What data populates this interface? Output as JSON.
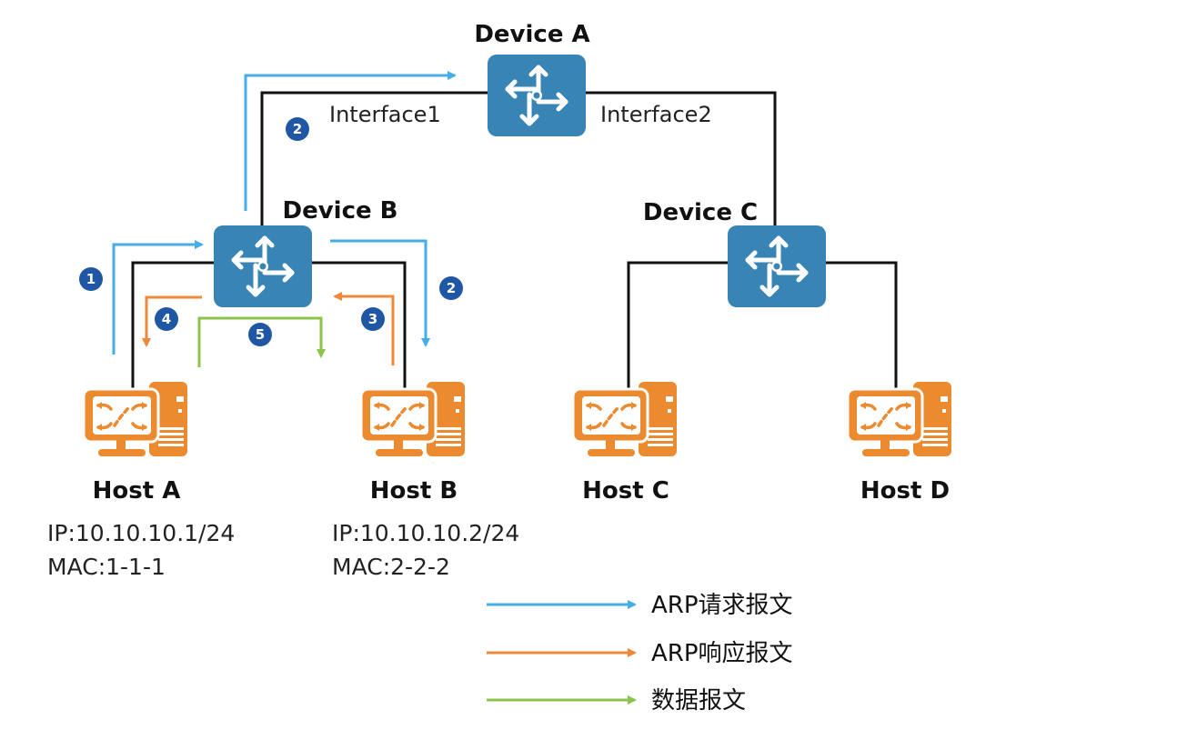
{
  "title": "ARP same-subnet communication diagram",
  "devices": {
    "device_a": {
      "name": "Device A",
      "interface_left": "Interface1",
      "interface_right": "Interface2"
    },
    "device_b": {
      "name": "Device B"
    },
    "device_c": {
      "name": "Device C"
    }
  },
  "hosts": {
    "host_a": {
      "name": "Host A",
      "ip": "IP:10.10.10.1/24",
      "mac": "MAC:1-1-1"
    },
    "host_b": {
      "name": "Host B",
      "ip": "IP:10.10.10.2/24",
      "mac": "MAC:2-2-2"
    },
    "host_c": {
      "name": "Host C"
    },
    "host_d": {
      "name": "Host D"
    }
  },
  "steps": {
    "s1": "1",
    "s2_top": "2",
    "s2_right": "2",
    "s3": "3",
    "s4": "4",
    "s5": "5"
  },
  "legend": [
    {
      "label": "ARP请求报文",
      "color": "#44aee8"
    },
    {
      "label": "ARP响应报文",
      "color": "#f0883a"
    },
    {
      "label": "数据报文",
      "color": "#8cc34a"
    }
  ],
  "colors": {
    "device": "#3784b5",
    "host": "#ec8a2f",
    "badge": "#1f57a4",
    "link": "#111111"
  }
}
